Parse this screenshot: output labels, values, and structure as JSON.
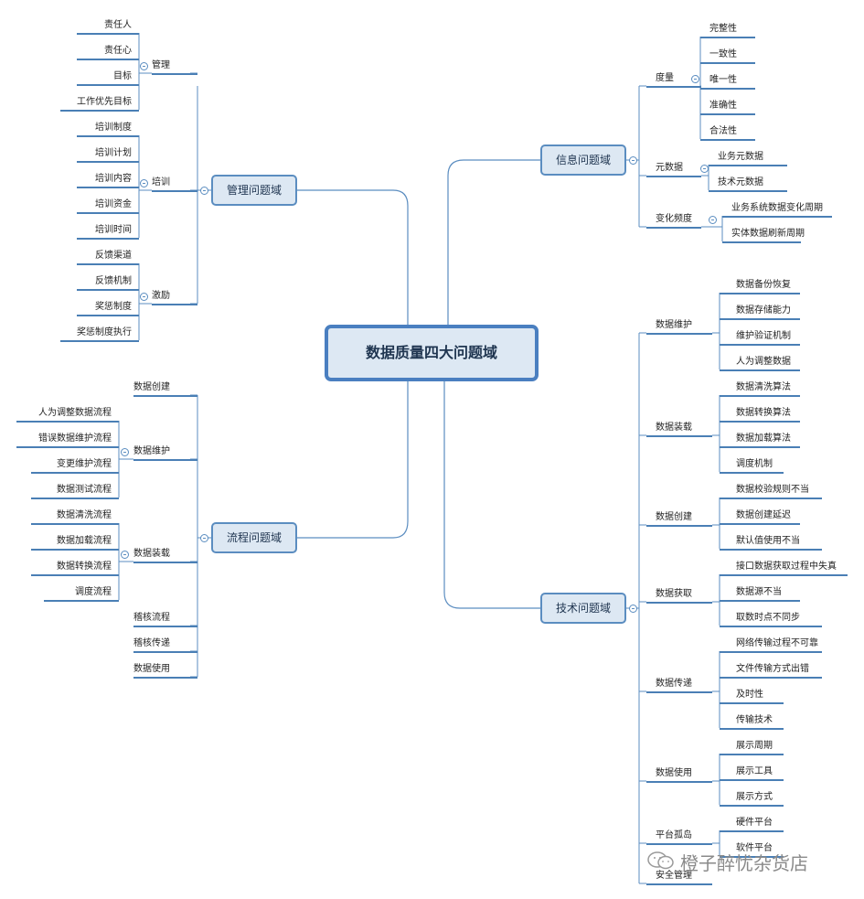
{
  "center": "数据质量四大问题域",
  "watermark": "橙子醉忧杂货店",
  "domains": {
    "management": {
      "title": "管理问题域",
      "groups": [
        {
          "label": "管理",
          "items": [
            "责任人",
            "责任心",
            "目标",
            "工作优先目标"
          ]
        },
        {
          "label": "培训",
          "items": [
            "培训制度",
            "培训计划",
            "培训内容",
            "培训资金",
            "培训时间"
          ]
        },
        {
          "label": "激励",
          "items": [
            "反馈渠道",
            "反馈机制",
            "奖惩制度",
            "奖惩制度执行"
          ]
        }
      ]
    },
    "process": {
      "title": "流程问题域",
      "groups": [
        {
          "label": "数据创建",
          "items": []
        },
        {
          "label": "数据维护",
          "items": [
            "人为调整数据流程",
            "错误数据维护流程",
            "变更维护流程",
            "数据测试流程"
          ]
        },
        {
          "label": "数据装载",
          "items": [
            "数据清洗流程",
            "数据加载流程",
            "数据转换流程",
            "调度流程"
          ]
        },
        {
          "label": "稽核流程",
          "items": []
        },
        {
          "label": "稽核传递",
          "items": []
        },
        {
          "label": "数据使用",
          "items": []
        }
      ]
    },
    "info": {
      "title": "信息问题域",
      "groups": [
        {
          "label": "度量",
          "items": [
            "完整性",
            "一致性",
            "唯一性",
            "准确性",
            "合法性"
          ]
        },
        {
          "label": "元数据",
          "items": [
            "业务元数据",
            "技术元数据"
          ]
        },
        {
          "label": "变化频度",
          "items": [
            "业务系统数据变化周期",
            "实体数据刷新周期"
          ]
        }
      ]
    },
    "tech": {
      "title": "技术问题域",
      "groups": [
        {
          "label": "数据维护",
          "items": [
            "数据备份恢复",
            "数据存储能力",
            "维护验证机制",
            "人为调整数据"
          ]
        },
        {
          "label": "数据装载",
          "items": [
            "数据清洗算法",
            "数据转换算法",
            "数据加载算法",
            "调度机制"
          ]
        },
        {
          "label": "数据创建",
          "items": [
            "数据校验规则不当",
            "数据创建延迟",
            "默认值使用不当"
          ]
        },
        {
          "label": "数据获取",
          "items": [
            "接口数据获取过程中失真",
            "数据源不当",
            "取数时点不同步"
          ]
        },
        {
          "label": "数据传递",
          "items": [
            "网络传输过程不可靠",
            "文件传输方式出错",
            "及时性",
            "传输技术"
          ]
        },
        {
          "label": "数据使用",
          "items": [
            "展示周期",
            "展示工具",
            "展示方式"
          ]
        },
        {
          "label": "平台孤岛",
          "items": [
            "硬件平台",
            "软件平台"
          ]
        },
        {
          "label": "安全管理",
          "items": []
        }
      ]
    }
  }
}
